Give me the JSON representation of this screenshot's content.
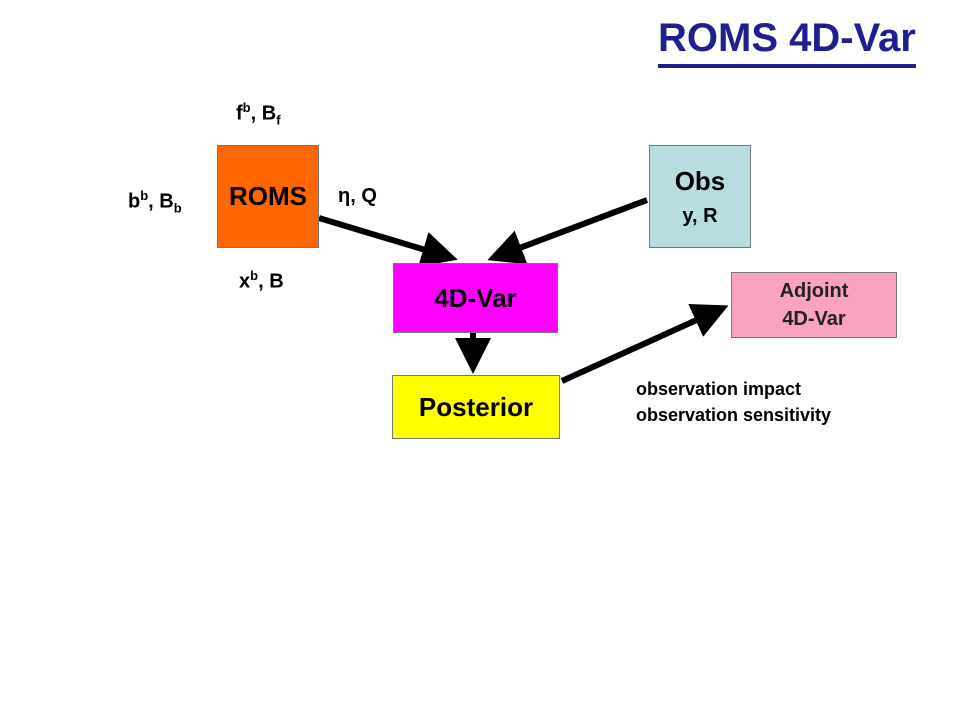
{
  "title": "ROMS 4D-Var",
  "boxes": {
    "roms": {
      "label": "ROMS",
      "color": "#ff6600"
    },
    "obs": {
      "label": "Obs",
      "sub": "y, R",
      "color": "#b7dde0"
    },
    "var4d": {
      "label": "4D-Var",
      "color": "#ff00ff"
    },
    "posterior": {
      "label": "Posterior",
      "color": "#ffff00"
    },
    "adjoint": {
      "line1": "Adjoint",
      "line2": "4D-Var",
      "color": "#f9a3c0"
    }
  },
  "labels": {
    "fb": {
      "base": "f",
      "sup": "b",
      "rest": ", B",
      "sub": "f"
    },
    "bb": {
      "base": "b",
      "sup": "b",
      "rest": ", B",
      "sub": "b"
    },
    "eta": "η, Q",
    "xb": {
      "base": "x",
      "sup": "b",
      "rest": ", B"
    }
  },
  "impact": {
    "line1": "observation impact",
    "line2": "observation sensitivity"
  }
}
